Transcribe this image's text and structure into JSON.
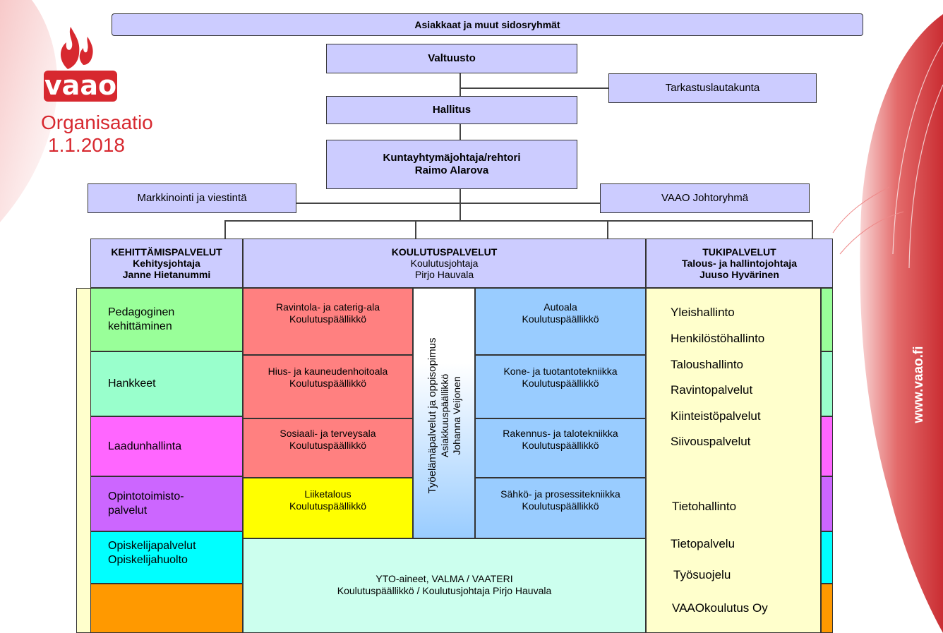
{
  "logo": {
    "text": "vaao"
  },
  "title": {
    "line1": "Organisaatio",
    "line2": "1.1.2018"
  },
  "side_url": "www.vaao.fi",
  "top_bar": "Asiakkaat ja muut sidosryhmät",
  "valtuusto": "Valtuusto",
  "tarkastus": "Tarkastuslautakunta",
  "hallitus": "Hallitus",
  "johtaja": {
    "line1": "Kuntayhtymäjohtaja/rehtori",
    "line2": "Raimo Alarova"
  },
  "markkinointi": "Markkinointi ja viestintä",
  "johtoryhma": "VAAO Johtoryhmä",
  "kehittamis": {
    "title": "KEHITTÄMISPALVELUT",
    "role": "Kehitysjohtaja",
    "name": "Janne Hietanummi"
  },
  "koulutus": {
    "title": "KOULUTUSPALVELUT",
    "role": "Koulutusjohtaja",
    "name": "Pirjo Hauvala"
  },
  "tuki": {
    "title": "TUKIPALVELUT",
    "role": "Talous- ja hallintojohtaja",
    "name": "Juuso Hyvärinen"
  },
  "kehittamis_items": [
    {
      "line1": "Pedagoginen",
      "line2": "kehittäminen"
    },
    {
      "line1": "Hankkeet",
      "line2": ""
    },
    {
      "line1": "Laadunhallinta",
      "line2": ""
    },
    {
      "line1": "Opintotoimisto-",
      "line2": "palvelut"
    },
    {
      "line1": "Opiskelijapalvelut",
      "line2": "Opiskelijahuolto"
    },
    {
      "line1": "",
      "line2": ""
    }
  ],
  "koulutus_left": [
    {
      "line1": "Ravintola- ja caterig-ala",
      "line2": "Koulutuspäällikkö"
    },
    {
      "line1": "Hius- ja kauneudenhoitoala",
      "line2": "Koulutuspäällikkö"
    },
    {
      "line1": "Sosiaali- ja terveysala",
      "line2": "Koulutuspäällikkö"
    },
    {
      "line1": "Liiketalous",
      "line2": "Koulutuspäällikkö"
    }
  ],
  "koulutus_right": [
    {
      "line1": "Autoala",
      "line2": "Koulutuspäällikkö"
    },
    {
      "line1": "Kone- ja tuotantotekniikka",
      "line2": "Koulutuspäällikkö"
    },
    {
      "line1": "Rakennus- ja talotekniikka",
      "line2": "Koulutuspäällikkö"
    },
    {
      "line1": "Sähkö- ja prosessitekniikka",
      "line2": "Koulutuspäällikkö"
    }
  ],
  "tyoelama": {
    "line1": "Työelämäpalvelut ja oppisopimus",
    "line2": "Asiakkuuspäällikkö",
    "line3": "Johanna Veijonen"
  },
  "yto": {
    "line1": "YTO-aineet, VALMA / VAATERI",
    "line2": "Koulutuspäällikkö  / Koulutusjohtaja Pirjo Hauvala"
  },
  "tuki_items": [
    "Yleishallinto",
    "Henkilöstöhallinto",
    "Taloushallinto",
    "Ravintopalvelut",
    "Kiinteistöpalvelut",
    "Siivouspalvelut",
    "Tietohallinto",
    "Tietopalvelu",
    "Työsuojelu",
    "VAAOkoulutus Oy"
  ],
  "colors": {
    "lavender": "#ccccff",
    "green": "#99ff99",
    "mint": "#99ffcc",
    "magenta": "#ff66ff",
    "purple": "#cc66ff",
    "cyan": "#00ffff",
    "orange": "#ff9900",
    "salmon": "#ff8080",
    "yellow": "#ffff00",
    "blue": "#99ccff",
    "pale_mint": "#ccffee",
    "cream": "#ffffcc",
    "brand_red": "#d7282f"
  }
}
